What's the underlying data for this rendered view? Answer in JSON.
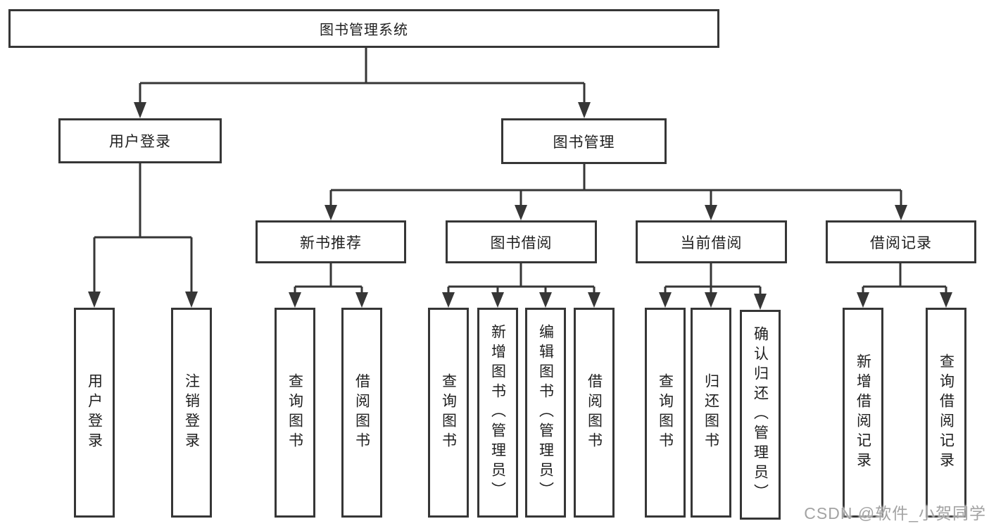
{
  "diagram_title": "图书管理系统",
  "nodes": {
    "root": "图书管理系统",
    "user_login": "用户登录",
    "book_mgmt": "图书管理",
    "new_book_rec": "新书推荐",
    "book_borrow": "图书借阅",
    "current_borrow": "当前借阅",
    "borrow_records": "借阅记录",
    "leaf_user_login": "用户登录",
    "leaf_logout": "注销登录",
    "leaf_rec_query_book": "查询图书",
    "leaf_rec_borrow_book": "借阅图书",
    "leaf_bb_query_book": "查询图书",
    "leaf_bb_add_book": "新增图书（管理员）",
    "leaf_bb_edit_book": "编辑图书（管理员）",
    "leaf_bb_borrow_book": "借阅图书",
    "leaf_cb_query_book": "查询图书",
    "leaf_cb_return_book": "归还图书",
    "leaf_cb_confirm_return": "确认归还（管理员）",
    "leaf_br_add_record": "新增借阅记录",
    "leaf_br_query_record": "查询借阅记录"
  },
  "watermark": "CSDN @软件_小贺同学",
  "colors": {
    "line": "#363636",
    "text": "#1f1f1f",
    "watermark": "#a3a3a3",
    "background": "#ffffff"
  }
}
